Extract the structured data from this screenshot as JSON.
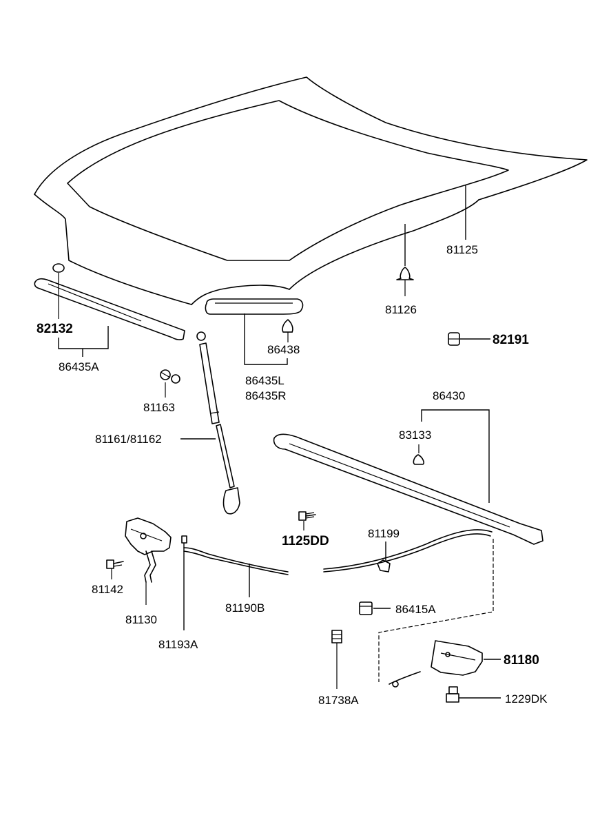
{
  "labels": {
    "p81125": "81125",
    "p81126": "81126",
    "p82191": "82191",
    "p82132": "82132",
    "p86435A": "86435A",
    "p86438": "86438",
    "p86435L": "86435L",
    "p86435R": "86435R",
    "p81163": "81163",
    "p81161": "81161/81162",
    "p86430": "86430",
    "p83133": "83133",
    "p1125DD": "1125DD",
    "p81199": "81199",
    "p81142": "81142",
    "p81190B": "81190B",
    "p81130": "81130",
    "p81193A": "81193A",
    "p86415A": "86415A",
    "p81738A": "81738A",
    "p81180": "81180",
    "p1229DK": "1229DK"
  }
}
